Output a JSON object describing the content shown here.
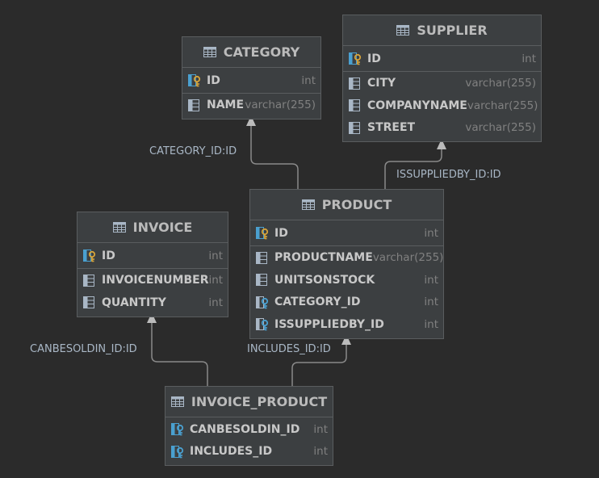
{
  "tables": {
    "category": {
      "name": "CATEGORY",
      "columns": [
        {
          "name": "ID",
          "type": "int",
          "kind": "pk"
        },
        {
          "name": "NAME",
          "type": "varchar(255)",
          "kind": "col"
        }
      ]
    },
    "supplier": {
      "name": "SUPPLIER",
      "columns": [
        {
          "name": "ID",
          "type": "int",
          "kind": "pk"
        },
        {
          "name": "CITY",
          "type": "varchar(255)",
          "kind": "col"
        },
        {
          "name": "COMPANYNAME",
          "type": "varchar(255)",
          "kind": "col"
        },
        {
          "name": "STREET",
          "type": "varchar(255)",
          "kind": "col"
        }
      ]
    },
    "product": {
      "name": "PRODUCT",
      "columns": [
        {
          "name": "ID",
          "type": "int",
          "kind": "pk"
        },
        {
          "name": "PRODUCTNAME",
          "type": "varchar(255)",
          "kind": "col"
        },
        {
          "name": "UNITSONSTOCK",
          "type": "int",
          "kind": "col"
        },
        {
          "name": "CATEGORY_ID",
          "type": "int",
          "kind": "fk"
        },
        {
          "name": "ISSUPPLIEDBY_ID",
          "type": "int",
          "kind": "fk"
        }
      ]
    },
    "invoice": {
      "name": "INVOICE",
      "columns": [
        {
          "name": "ID",
          "type": "int",
          "kind": "pk"
        },
        {
          "name": "INVOICENUMBER",
          "type": "int",
          "kind": "col"
        },
        {
          "name": "QUANTITY",
          "type": "int",
          "kind": "col"
        }
      ]
    },
    "invoice_product": {
      "name": "INVOICE_PRODUCT",
      "columns": [
        {
          "name": "CANBESOLDIN_ID",
          "type": "int",
          "kind": "fkpk"
        },
        {
          "name": "INCLUDES_ID",
          "type": "int",
          "kind": "fkpk"
        }
      ]
    }
  },
  "relations": {
    "category_id": "CATEGORY_ID:ID",
    "issuppliedby_id": "ISSUPPLIEDBY_ID:ID",
    "canbesoldin_id": "CANBESOLDIN_ID:ID",
    "includes_id": "INCLUDES_ID:ID"
  },
  "colors": {
    "background": "#2b2b2b",
    "table_fill": "#3c3f41",
    "border": "#5a5d5f",
    "edge": "#8a8a8a",
    "key_gold": "#d7a43a",
    "key_blue": "#4aa0d0"
  }
}
